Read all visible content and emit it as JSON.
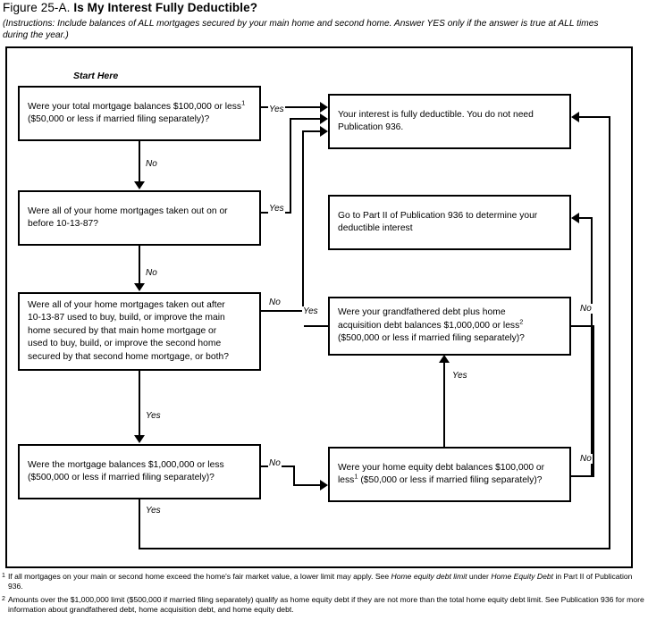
{
  "figure": {
    "number": "Figure 25-A.",
    "title": "Is My Interest Fully Deductible?",
    "instructions": "(Instructions: Include balances of ALL mortgages secured by your main home and second home. Answer YES only if the answer is true at ALL times during the year.)",
    "start_label": "Start Here"
  },
  "boxes": {
    "q1": {
      "id": "total-mortgage-balances",
      "line1": "Were your total mortgage balances $100,000 or less",
      "sup1": "1",
      "line2": "($50,000 or less if married filing separately)?"
    },
    "q2": {
      "id": "mortgages-on-or-before-1987",
      "line1": "Were all of your home mortgages taken out on or",
      "line2": "before 10-13-87?"
    },
    "q3": {
      "id": "mortgages-after-1987-used-to-buy-build",
      "line1": "Were all of your home mortgages taken out after",
      "line2": "10-13-87 used to buy, build, or improve the main",
      "line3": "home secured by that main home mortgage or",
      "line4": "used to buy, build, or improve the second home",
      "line5": "secured by that second home mortgage, or both?"
    },
    "q4": {
      "id": "mortgage-balances-one-million",
      "line1": "Were the mortgage balances $1,000,000 or less",
      "line2": "($500,000 or less if married filing separately)?"
    },
    "r1": {
      "id": "fully-deductible-result",
      "line1": "Your interest is fully deductible.  You do not need",
      "line2": "Publication 936."
    },
    "r2": {
      "id": "go-to-part-ii-result",
      "line1": "Go to Part II of Publication 936 to determine your",
      "line2": "deductible interest"
    },
    "q5": {
      "id": "grandfathered-plus-acquisition-debt",
      "line1": "Were your grandfathered debt plus home",
      "line2": "acquisition debt balances $1,000,000 or less",
      "sup2": "2",
      "line3": "($500,000 or less if married filing separately)?"
    },
    "q6": {
      "id": "home-equity-debt-balances",
      "line1": "Were your home equity debt balances $100,000 or",
      "line2a": "less",
      "sup1": "1",
      "line2b": " ($50,000 or less if married filing separately)?"
    }
  },
  "edges": {
    "q1_yes": "Yes",
    "q1_no": "No",
    "q2_yes": "Yes",
    "q2_no": "No",
    "q3_no": "No",
    "q3_yes": "Yes",
    "q4_no": "No",
    "q4_yes": "Yes",
    "q5_yes": "Yes",
    "q5_no": "No",
    "q6_yes": "Yes",
    "q6_no": "No"
  },
  "footnotes": [
    {
      "mark": "1",
      "part1": "If all mortgages on your main or second home exceed the home's fair market value, a lower limit may apply. See ",
      "em1": "Home equity debt limit",
      "part2": " under ",
      "em2": "Home Equity Debt",
      "part3": " in Part II of Publication 936."
    },
    {
      "mark": "2",
      "part1": "Amounts over the $1,000,000 limit ($500,000 if married filing separately) qualify as home equity debt if they are not more than the total home equity debt limit. See Publication 936 for more information about grandfathered debt, home acquisition debt, and home equity debt.",
      "em1": "",
      "part2": "",
      "em2": "",
      "part3": ""
    }
  ],
  "colors": {
    "ink": "#000000",
    "paper": "#ffffff"
  }
}
